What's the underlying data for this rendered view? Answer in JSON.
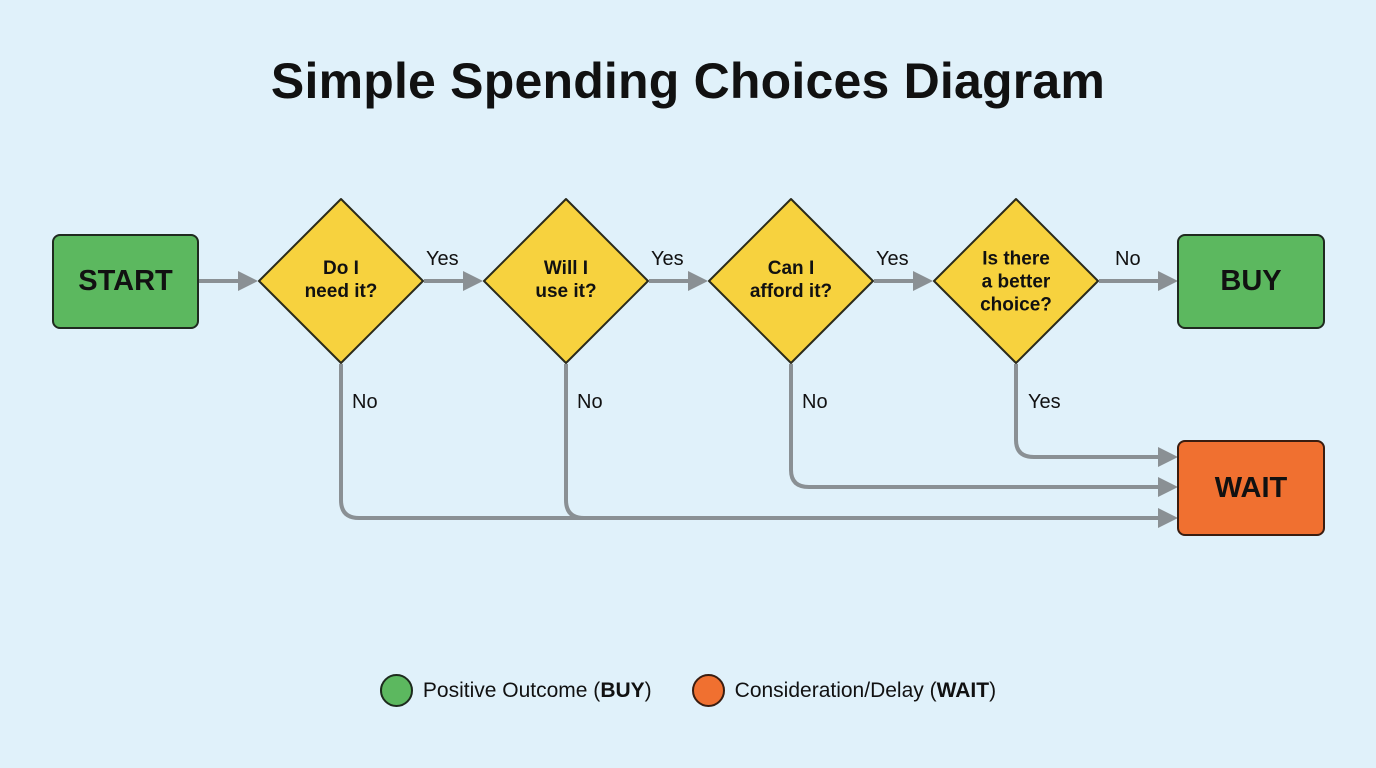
{
  "title": "Simple Spending Choices Diagram",
  "colors": {
    "background": "#e0f1fa",
    "positive": "#5cb85f",
    "delay": "#f07030",
    "decision": "#f7d23e",
    "connector": "#8a9094"
  },
  "nodes": {
    "start": {
      "label": "START",
      "type": "terminal"
    },
    "q1": {
      "line1": "Do I",
      "line2": "need it?",
      "type": "decision"
    },
    "q2": {
      "line1": "Will I",
      "line2": "use it?",
      "type": "decision"
    },
    "q3": {
      "line1": "Can I",
      "line2": "afford it?",
      "type": "decision"
    },
    "q4": {
      "line1": "Is there",
      "line2": "a better",
      "line3": "choice?",
      "type": "decision"
    },
    "buy": {
      "label": "BUY",
      "type": "outcome-positive"
    },
    "wait": {
      "label": "WAIT",
      "type": "outcome-delay"
    }
  },
  "edges": [
    {
      "from": "start",
      "to": "q1",
      "label": ""
    },
    {
      "from": "q1",
      "to": "q2",
      "label": "Yes"
    },
    {
      "from": "q2",
      "to": "q3",
      "label": "Yes"
    },
    {
      "from": "q3",
      "to": "q4",
      "label": "Yes"
    },
    {
      "from": "q4",
      "to": "buy",
      "label": "No"
    },
    {
      "from": "q1",
      "to": "wait",
      "label": "No"
    },
    {
      "from": "q2",
      "to": "wait",
      "label": "No"
    },
    {
      "from": "q3",
      "to": "wait",
      "label": "No"
    },
    {
      "from": "q4",
      "to": "wait",
      "label": "Yes"
    }
  ],
  "legend": [
    {
      "text": "Positive Outcome (",
      "bold": "BUY",
      "close": ")"
    },
    {
      "text": "Consideration/Delay (",
      "bold": "WAIT",
      "close": ")"
    }
  ]
}
